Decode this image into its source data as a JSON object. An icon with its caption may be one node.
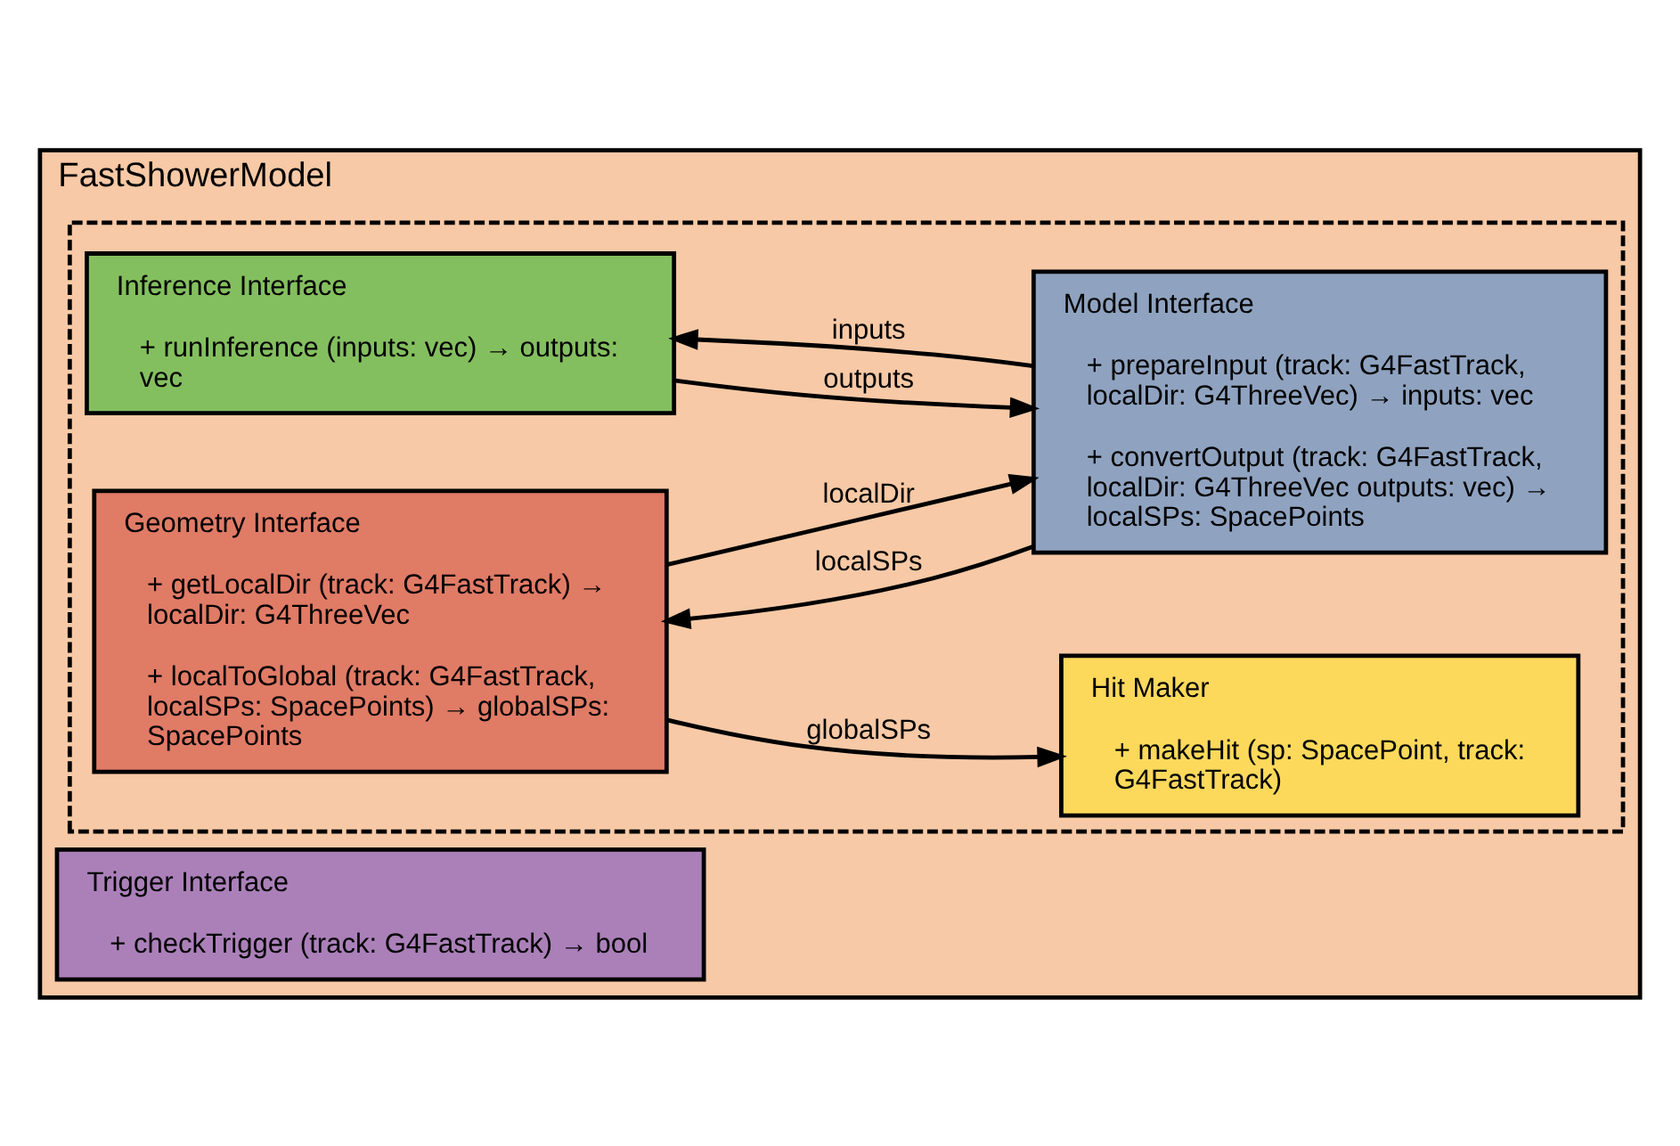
{
  "diagram": {
    "nodes": [
      {
        "text": [
          "FastShowerModel"
        ]
      },
      {
        "text": [],
        "shape": "box",
        "in": 0
      },
      {
        "text": [
          "Trigger Interface",
          "+ checkTrigger (track: G4FastTrack) → bool"
        ],
        "in": 0
      },
      {
        "text": [
          "Model Interface",
          "+ prepareInput (track: G4FastTrack, localDir: G4ThreeVec) → inputs: vec",
          "+ convertOutput (track: G4FastTrack, localDir: G4ThreeVec outputs: vec) → localSPs: SpacePoints"
        ],
        "in": 1
      },
      {
        "text": [
          "Inference Interface",
          "+ runInference (inputs: vec) → outputs: vec"
        ],
        "in": 1
      },
      {
        "text": [
          "Geometry Interface",
          "+ getLocalDir (track: G4FastTrack) → localDir: G4ThreeVec",
          "+ localToGlobal (track: G4FastTrack, localSPs: SpacePoints) → globalSPs: SpacePoints"
        ],
        "in": 1
      },
      {
        "text": [
          "Hit Maker",
          "+ makeHit (sp: SpacePoint, track: G4FastTrack)"
        ],
        "in": 1
      }
    ],
    "edges": [
      {
        "from": 3,
        "to": 4,
        "arrow": "to",
        "label": "inputs"
      },
      {
        "from": 4,
        "to": 3,
        "arrow": "to",
        "label": "outputs"
      },
      {
        "from": 5,
        "to": 3,
        "arrow": "to",
        "label": "localDir"
      },
      {
        "from": 3,
        "to": 5,
        "arrow": "to",
        "label": "localSPs"
      },
      {
        "from": 5,
        "to": 6,
        "arrow": "to",
        "label": "globalSPs"
      }
    ]
  }
}
